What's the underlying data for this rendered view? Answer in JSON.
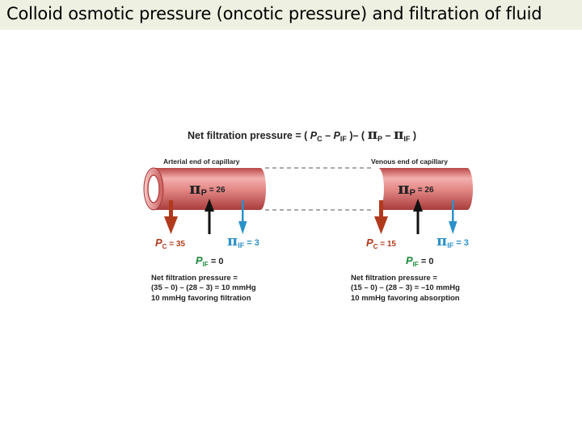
{
  "title": "Colloid osmotic pressure (oncotic pressure) and filtration of fluid",
  "formula": {
    "prefix": "Net filtration pressure = ( ",
    "pc_symbol": "P",
    "pc_sub": "C",
    "minus1": " – ",
    "pif_symbol": "P",
    "pif_sub": "IF",
    "mid": " )– ( ",
    "pip_symbol": "π",
    "pip_sub": "P",
    "minus2": " – ",
    "piif_symbol": "π",
    "piif_sub": "IF",
    "suffix": " )"
  },
  "arterial": {
    "heading": "Arterial end of capillary",
    "pi_p_symbol": "π",
    "pi_p_sub": "P",
    "pi_p_value": " = 26",
    "pc_symbol": "P",
    "pc_sub": "C",
    "pc_value": " = 35",
    "pi_if_symbol": "π",
    "pi_if_sub": "IF",
    "pi_if_value": " = 3",
    "pif_symbol": "P",
    "pif_sub": "IF",
    "pif_value": " = 0",
    "result_line1": "Net filtration pressure =",
    "result_line2": "(35 – 0) – (28 – 3) = 10 mmHg",
    "result_line3": "10 mmHg favoring filtration"
  },
  "venous": {
    "heading": "Venous end of capillary",
    "pi_p_symbol": "π",
    "pi_p_sub": "P",
    "pi_p_value": " = 26",
    "pc_symbol": "P",
    "pc_sub": "C",
    "pc_value": " = 15",
    "pi_if_symbol": "π",
    "pi_if_sub": "IF",
    "pi_if_value": " = 3",
    "pif_symbol": "P",
    "pif_sub": "IF",
    "pif_value": " = 0",
    "result_line1": "Net filtration pressure =",
    "result_line2": "(15 – 0) – (28 – 3) = –10 mmHg",
    "result_line3": "10 mmHg favoring absorption"
  },
  "colors": {
    "vessel": "#e07a7a",
    "hydrostatic_arrow": "#b23a1c",
    "interstitial_arrow": "#2b92c9",
    "oncotic_arrow": "#111111",
    "pif_label": "#1b8a3a"
  }
}
